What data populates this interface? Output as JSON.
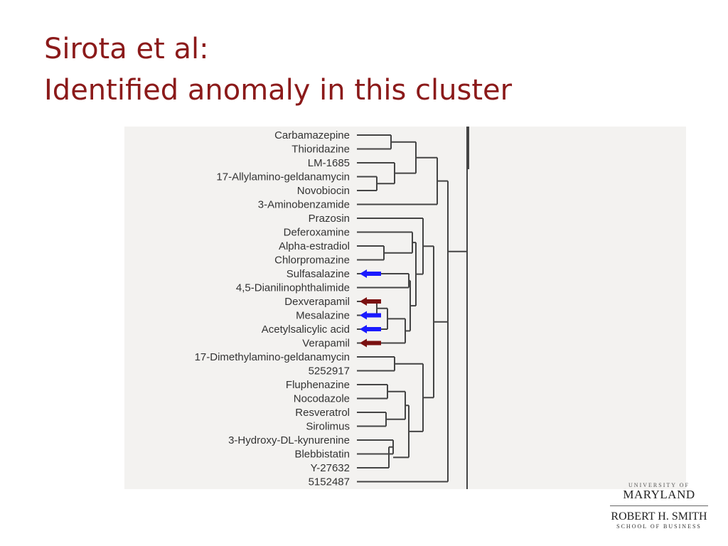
{
  "slide": {
    "title_line1": "Sirota et al:",
    "title_line2": "Identified anomaly in this cluster"
  },
  "dendrogram": {
    "leaves": [
      "Carbamazepine",
      "Thioridazine",
      "LM-1685",
      "17-Allylamino-geldanamycin",
      "Novobiocin",
      "3-Aminobenzamide",
      "Prazosin",
      "Deferoxamine",
      "Alpha-estradiol",
      "Chlorpromazine",
      "Sulfasalazine",
      "4,5-Dianilinophthalimide",
      "Dexverapamil",
      "Mesalazine",
      "Acetylsalicylic acid",
      "Verapamil",
      "17-Dimethylamino-geldanamycin",
      "5252917",
      "Fluphenazine",
      "Nocodazole",
      "Resveratrol",
      "Sirolimus",
      "3-Hydroxy-DL-kynurenine",
      "Blebbistatin",
      "Y-27632",
      "5152487"
    ],
    "highlights": [
      {
        "leaf": "Sulfasalazine",
        "color": "#1a1aff"
      },
      {
        "leaf": "Dexverapamil",
        "color": "#7a1010"
      },
      {
        "leaf": "Mesalazine",
        "color": "#1a1aff"
      },
      {
        "leaf": "Acetylsalicylic acid",
        "color": "#1a1aff"
      },
      {
        "leaf": "Verapamil",
        "color": "#7a1010"
      }
    ],
    "colors": {
      "line": "#444444",
      "label": "#333333"
    }
  },
  "logo": {
    "university": "UNIVERSITY OF",
    "name": "MARYLAND",
    "school_name": "ROBERT H. SMITH",
    "school_sub": "SCHOOL OF BUSINESS"
  }
}
